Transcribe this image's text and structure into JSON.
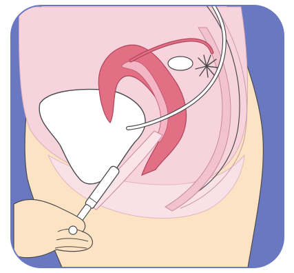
{
  "colors": {
    "background": "#ffffff",
    "frame_blue": "#6a78c1",
    "skin": "#fbe3c3",
    "body_pink": "#f6d3dd",
    "body_pink_light": "#f9e1e8",
    "uterus_red": "#e36f85",
    "uterus_inner": "#f4b6c4",
    "canal_light": "#fae4ea",
    "outline": "#4a4a4a",
    "tube": "#ffffff"
  },
  "icons": {
    "bladder": "bladder-shape",
    "uterus": "uterus-shape",
    "applicator": "tampon-applicator-shape",
    "ovary": "ovary-shape",
    "hand": "hand-shape"
  }
}
